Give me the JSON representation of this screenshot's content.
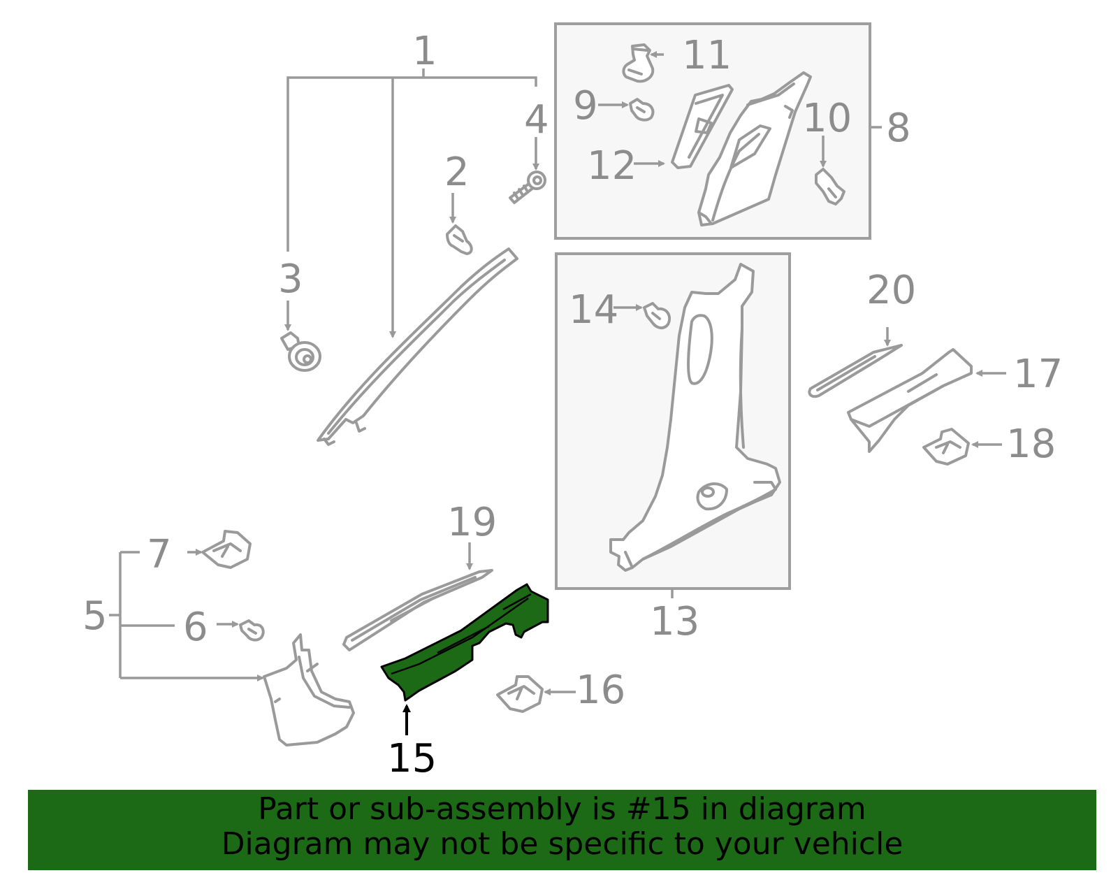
{
  "callouts": {
    "p1": "1",
    "p2": "2",
    "p3": "3",
    "p4": "4",
    "p5": "5",
    "p6": "6",
    "p7": "7",
    "p8": "8",
    "p9": "9",
    "p10": "10",
    "p11": "11",
    "p12": "12",
    "p13": "13",
    "p14": "14",
    "p15": "15",
    "p16": "16",
    "p17": "17",
    "p18": "18",
    "p19": "19",
    "p20": "20"
  },
  "highlight": {
    "part": "15",
    "color": "#1c6a16"
  },
  "banner": {
    "line1": "Part or sub-assembly is #15 in diagram",
    "line2": "Diagram may not be specific to your vehicle",
    "color": "#1c6a16"
  }
}
